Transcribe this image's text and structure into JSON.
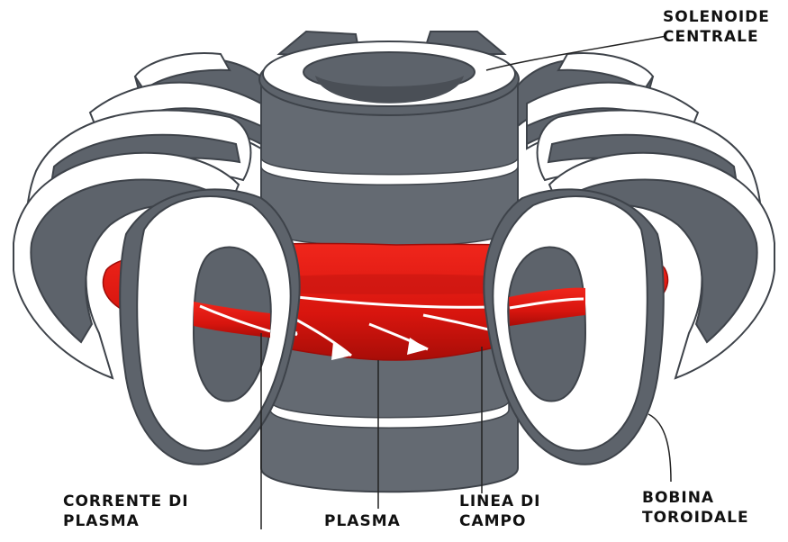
{
  "labels": {
    "central_solenoid": [
      "SOLENOIDE",
      "CENTRALE"
    ],
    "plasma_current": [
      "CORRENTE DI",
      "PLASMA"
    ],
    "plasma": "PLASMA",
    "field_line": [
      "LINEA DI",
      "CAMPO"
    ],
    "toroidal_coil": [
      "BOBINA",
      "TOROIDALE"
    ]
  },
  "colors": {
    "coil_face": "#ffffff",
    "coil_band": "#5d636b",
    "coil_outline": "#3e434a",
    "solenoid_body": "#646a72",
    "solenoid_ring": "#ffffff",
    "plasma": "#e01b14",
    "plasma_dark": "#9e0c08",
    "leader_line": "#222222"
  }
}
